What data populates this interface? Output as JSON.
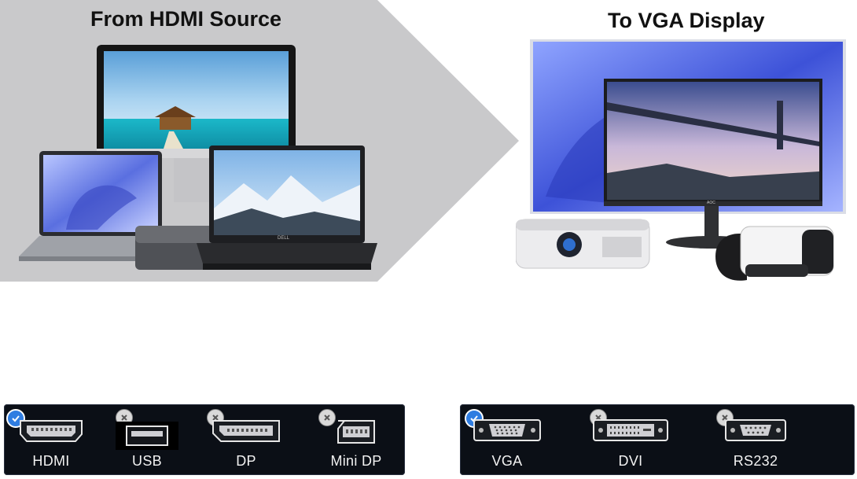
{
  "headings": {
    "source": "From HDMI Source",
    "display": "To VGA Display"
  },
  "input_ports": [
    {
      "label": "HDMI",
      "status": "supported",
      "icon": "hdmi-port-icon"
    },
    {
      "label": "USB",
      "status": "unsupported",
      "icon": "usb-port-icon"
    },
    {
      "label": "DP",
      "status": "unsupported",
      "icon": "displayport-icon"
    },
    {
      "label": "Mini DP",
      "status": "unsupported",
      "icon": "mini-displayport-icon"
    }
  ],
  "output_ports": [
    {
      "label": "VGA",
      "status": "supported",
      "icon": "vga-port-icon"
    },
    {
      "label": "DVI",
      "status": "unsupported",
      "icon": "dvi-port-icon"
    },
    {
      "label": "RS232",
      "status": "unsupported",
      "icon": "rs232-port-icon"
    }
  ],
  "device_brands": {
    "laptop_right": "DELL",
    "monitor": "AOC"
  },
  "colors": {
    "arrow_background": "#c9c9cb",
    "panel_background": "#0b0f16",
    "supported_badge": "#2f7de1",
    "unsupported_badge": "#d9d9d9"
  }
}
